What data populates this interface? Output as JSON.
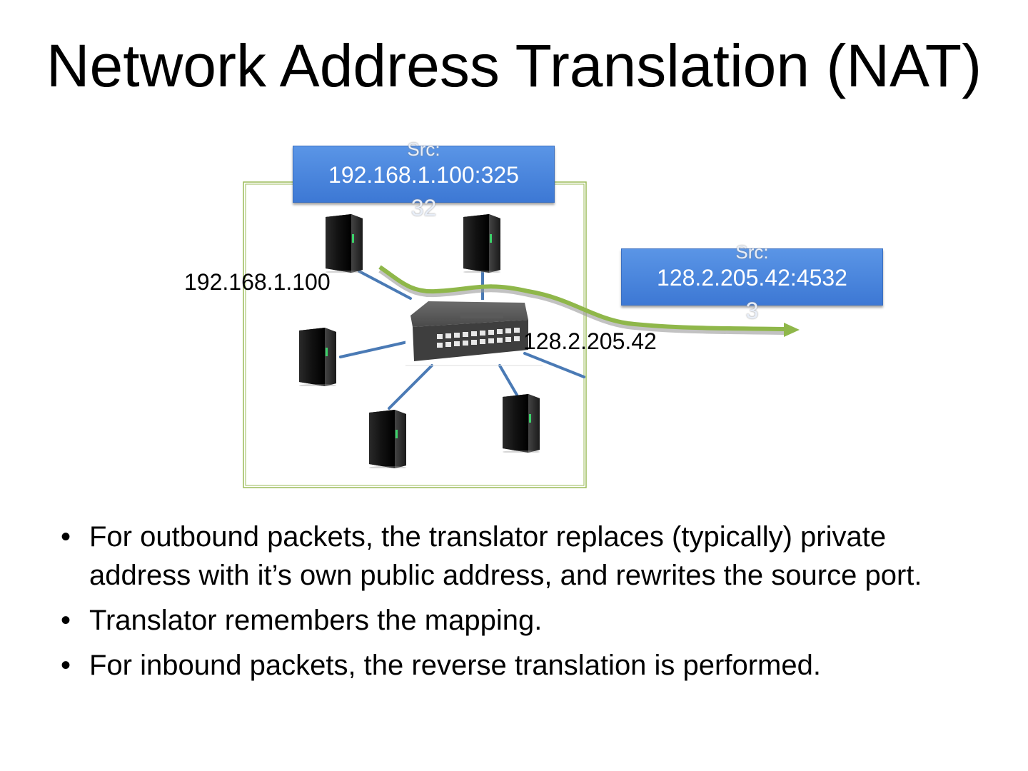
{
  "title": "Network Address Translation (NAT)",
  "callouts": {
    "private": {
      "label": "Src:",
      "value": "192.168.1.100:325",
      "wrap": "32"
    },
    "public": {
      "label": "Src:",
      "value": "128.2.205.42:4532",
      "wrap": "3"
    }
  },
  "addresses": {
    "private": "192.168.1.100",
    "public": "128.2.205.42"
  },
  "icons": {
    "server": "server-tower-icon",
    "switch": "network-switch-icon"
  },
  "colors": {
    "link": "#4a7ab5",
    "flow": "#8fb74a",
    "boundary": "#9bbb59",
    "callout": "#4a86dc"
  },
  "bullets": [
    "For outbound packets, the translator replaces (typically) private address with it’s own public address, and rewrites the source port.",
    "Translator remembers the mapping.",
    "For inbound packets, the reverse translation is performed."
  ]
}
